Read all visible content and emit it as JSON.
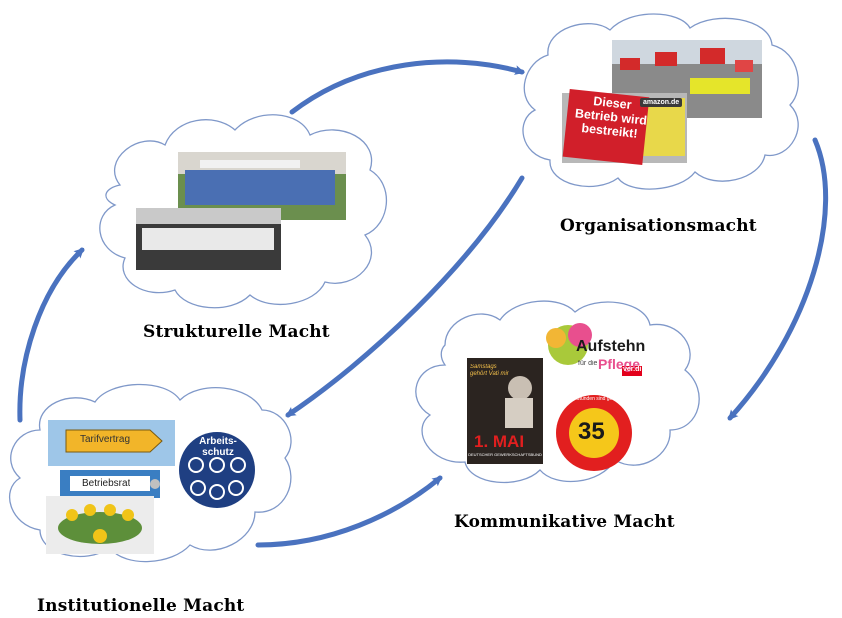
{
  "diagram": {
    "nodes": [
      {
        "id": "strukturelle",
        "label": "Strukturelle Macht"
      },
      {
        "id": "organisations",
        "label": "Organisationsmacht"
      },
      {
        "id": "kommunikative",
        "label": "Kommunikative Macht"
      },
      {
        "id": "institutionelle",
        "label": "Institutionelle Macht"
      }
    ],
    "edges": [
      {
        "from": "institutionelle",
        "to": "strukturelle"
      },
      {
        "from": "strukturelle",
        "to": "organisations"
      },
      {
        "from": "organisations",
        "to": "kommunikative"
      },
      {
        "from": "institutionelle",
        "to": "kommunikative"
      },
      {
        "from": "organisations",
        "to": "institutionelle"
      }
    ],
    "colors": {
      "arrow": "#4a72bf",
      "cloud_stroke": "#7f98c9",
      "cloud_fill": "#ffffff"
    }
  },
  "images": {
    "strike_sign": "Dieser Betrieb wird bestreikt!",
    "amazon_logo": "amazon.de",
    "sign_tarifvertrag": "Tarifvertrag",
    "sign_betriebsrat": "Betriebsrat",
    "arbeitsschutz": "Arbeits-schutz",
    "poster_text": "Samstags gehört Vati mir",
    "poster_mai": "1. MAI",
    "poster_dgb": "DEUTSCHER GEWERKSCHAFTSBUND",
    "aufstehn_logo": "Aufstehn",
    "aufstehn_sub": "für die",
    "aufstehn_pflege": "Pflege",
    "verdi": "ver.di",
    "badge_35": "35",
    "badge_ring": "35 Stunden sind genug"
  }
}
